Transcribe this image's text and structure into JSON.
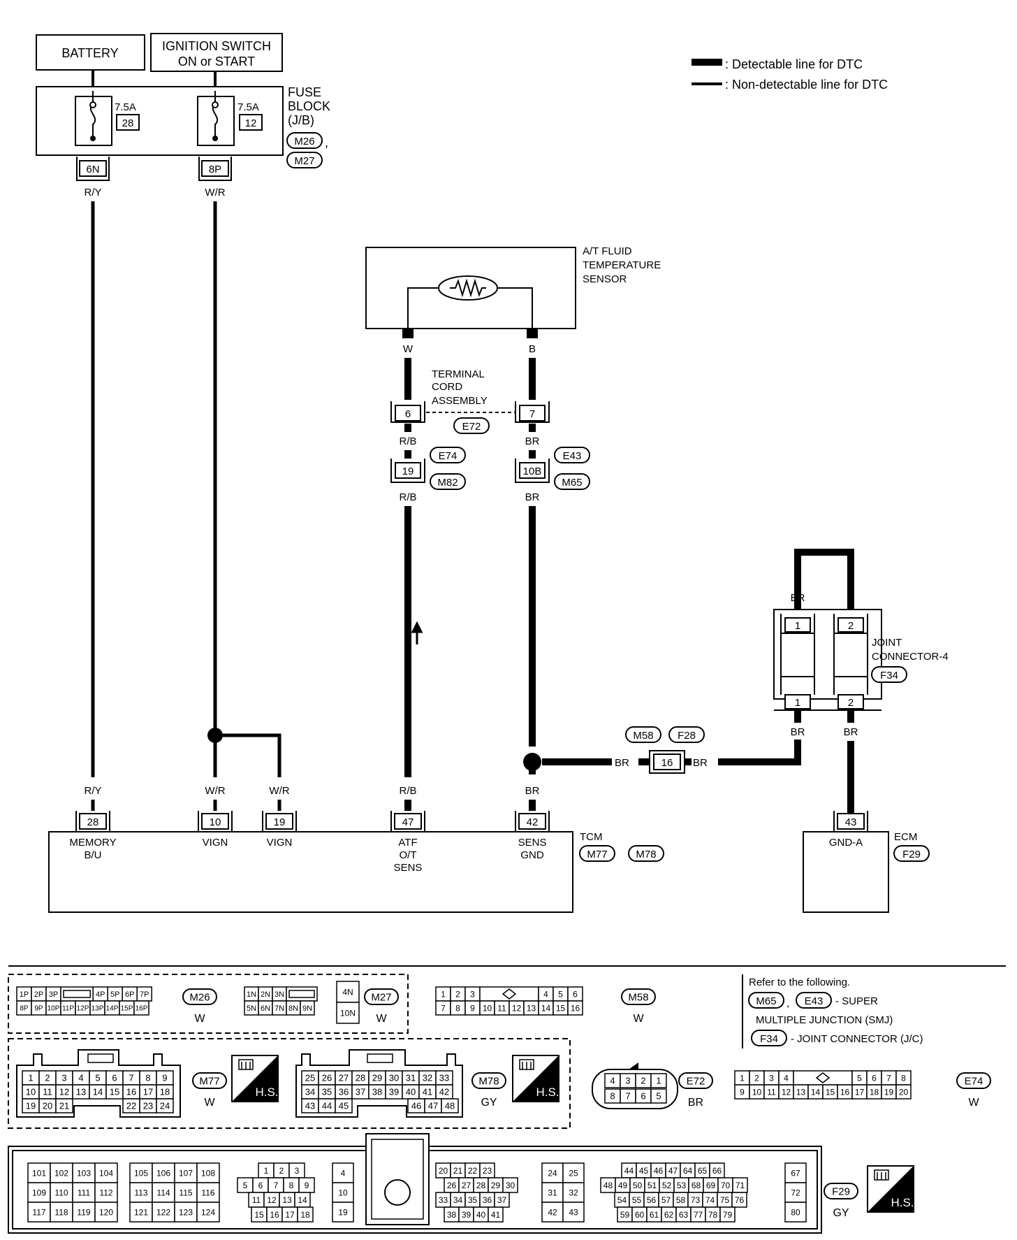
{
  "legend": {
    "detectable": ": Detectable line for DTC",
    "non_detectable": ": Non-detectable line for DTC"
  },
  "power": {
    "battery": "BATTERY",
    "ignition_line1": "IGNITION SWITCH",
    "ignition_line2": "ON or START"
  },
  "fuse_block": {
    "label_line1": "FUSE",
    "label_line2": "BLOCK",
    "label_line3": "(J/B)",
    "conn_a": "M26",
    "conn_sep": ",",
    "conn_b": "M27",
    "fuse1_amp": "7.5A",
    "fuse1_num": "28",
    "fuse2_amp": "7.5A",
    "fuse2_num": "12",
    "term1": "6N",
    "term2": "8P"
  },
  "wires": {
    "ry": "R/Y",
    "wr": "W/R",
    "w": "W",
    "b": "B",
    "rb": "R/B",
    "br": "BR"
  },
  "sensor": {
    "line1": "A/T FLUID",
    "line2": "TEMPERATURE",
    "line3": "SENSOR"
  },
  "terminal_cord": {
    "line1": "TERMINAL",
    "line2": "CORD",
    "line3": "ASSEMBLY",
    "pin_a": "6",
    "pin_b": "7",
    "conn": "E72"
  },
  "inline": {
    "pin_left": "19",
    "pin_right": "10B",
    "conn_lt": "E74",
    "conn_lb": "M82",
    "conn_rt": "E43",
    "conn_rb": "M65",
    "mid_pin": "16",
    "mid_conn_a": "M58",
    "mid_conn_b": "F28"
  },
  "joint": {
    "line1": "JOINT",
    "line2": "CONNECTOR-4",
    "conn": "F34",
    "p1": "1",
    "p2": "2"
  },
  "tcm": {
    "label": "TCM",
    "conn_a": "M77",
    "conn_b": "M78",
    "t28": "28",
    "t10": "10",
    "t19": "19",
    "t47": "47",
    "t42": "42",
    "n28a": "MEMORY",
    "n28b": "B/U",
    "n10": "VIGN",
    "n19": "VIGN",
    "n47a": "ATF",
    "n47b": "O/T",
    "n47c": "SENS",
    "n42a": "SENS",
    "n42b": "GND"
  },
  "ecm": {
    "label": "ECM",
    "conn": "F29",
    "term": "43",
    "name": "GND-A"
  },
  "refer": {
    "title": "Refer to the following.",
    "c1": "M65",
    "sep": ",",
    "c2": "E43",
    "text1": "- SUPER",
    "text2": "MULTIPLE JUNCTION (SMJ)",
    "c3": "F34",
    "text3": "- JOINT CONNECTOR (J/C)"
  },
  "connectors": {
    "m26": {
      "id": "M26",
      "color": "W",
      "row1": [
        "1P",
        "2P",
        "3P",
        "",
        "4P",
        "5P",
        "6P",
        "7P"
      ],
      "row2": [
        "8P",
        "9P",
        "10P",
        "11P",
        "12P",
        "13P",
        "14P",
        "15P",
        "16P"
      ]
    },
    "m27": {
      "id": "M27",
      "color": "W",
      "row1": [
        "1N",
        "2N",
        "3N",
        "",
        "4N"
      ],
      "row2": [
        "5N",
        "6N",
        "7N",
        "8N",
        "9N",
        "10N"
      ]
    },
    "m58": {
      "id": "M58",
      "color": "W",
      "row1": [
        "1",
        "2",
        "3",
        "",
        "4",
        "5",
        "6"
      ],
      "row2": [
        "7",
        "8",
        "9",
        "10",
        "11",
        "12",
        "13",
        "14",
        "15",
        "16"
      ]
    },
    "m77": {
      "id": "M77",
      "color": "W",
      "row1": [
        "1",
        "2",
        "3",
        "4",
        "5",
        "6",
        "7",
        "8",
        "9"
      ],
      "row2": [
        "10",
        "11",
        "12",
        "13",
        "14",
        "15",
        "16",
        "17",
        "18"
      ],
      "row3": [
        "19",
        "20",
        "21",
        "22",
        "23",
        "24"
      ]
    },
    "m78": {
      "id": "M78",
      "color": "GY",
      "row1": [
        "25",
        "26",
        "27",
        "28",
        "29",
        "30",
        "31",
        "32",
        "33"
      ],
      "row2": [
        "34",
        "35",
        "36",
        "37",
        "38",
        "39",
        "40",
        "41",
        "42"
      ],
      "row3": [
        "43",
        "44",
        "45",
        "46",
        "47",
        "48"
      ]
    },
    "e72": {
      "id": "E72",
      "color": "BR",
      "row1": [
        "4",
        "3",
        "2",
        "1"
      ],
      "row2": [
        "8",
        "7",
        "6",
        "5"
      ]
    },
    "e74": {
      "id": "E74",
      "color": "W",
      "row1": [
        "1",
        "2",
        "3",
        "4",
        "5",
        "6",
        "7",
        "8"
      ],
      "row2": [
        "9",
        "10",
        "11",
        "12",
        "13",
        "14",
        "15",
        "16",
        "17",
        "18",
        "19",
        "20"
      ]
    },
    "f29": {
      "id": "F29",
      "color": "GY",
      "g1": [
        [
          "101",
          "102",
          "103",
          "104"
        ],
        [
          "109",
          "110",
          "111",
          "112"
        ],
        [
          "117",
          "118",
          "119",
          "120"
        ]
      ],
      "g2": [
        [
          "105",
          "106",
          "107",
          "108"
        ],
        [
          "113",
          "114",
          "115",
          "116"
        ],
        [
          "121",
          "122",
          "123",
          "124"
        ]
      ],
      "g3": [
        [
          "1",
          "2",
          "3"
        ],
        [
          "5",
          "6",
          "7",
          "8",
          "9"
        ],
        [
          "11",
          "12",
          "13",
          "14"
        ],
        [
          "15",
          "16",
          "17",
          "18"
        ]
      ],
      "g4": [
        [
          "4"
        ],
        [
          "10"
        ],
        [
          "19"
        ]
      ],
      "g5": [
        [
          "20",
          "21",
          "22",
          "23"
        ],
        [
          "26",
          "27",
          "28",
          "29",
          "30"
        ],
        [
          "33",
          "34",
          "35",
          "36",
          "37"
        ],
        [
          "38",
          "39",
          "40",
          "41"
        ]
      ],
      "g6": [
        [
          "24",
          "25"
        ],
        [
          "31",
          "32"
        ],
        [
          "42",
          "43"
        ]
      ],
      "g7": [
        [
          "44",
          "45",
          "46",
          "47",
          "64",
          "65",
          "66"
        ],
        [
          "48",
          "49",
          "50",
          "51",
          "52",
          "53",
          "68",
          "69",
          "70",
          "71"
        ],
        [
          "54",
          "55",
          "56",
          "57",
          "58",
          "73",
          "74",
          "75",
          "76"
        ],
        [
          "59",
          "60",
          "61",
          "62",
          "63",
          "77",
          "78",
          "79"
        ]
      ],
      "g8": [
        [
          "67"
        ],
        [
          "72"
        ],
        [
          "80"
        ]
      ]
    },
    "hs": "H.S."
  }
}
